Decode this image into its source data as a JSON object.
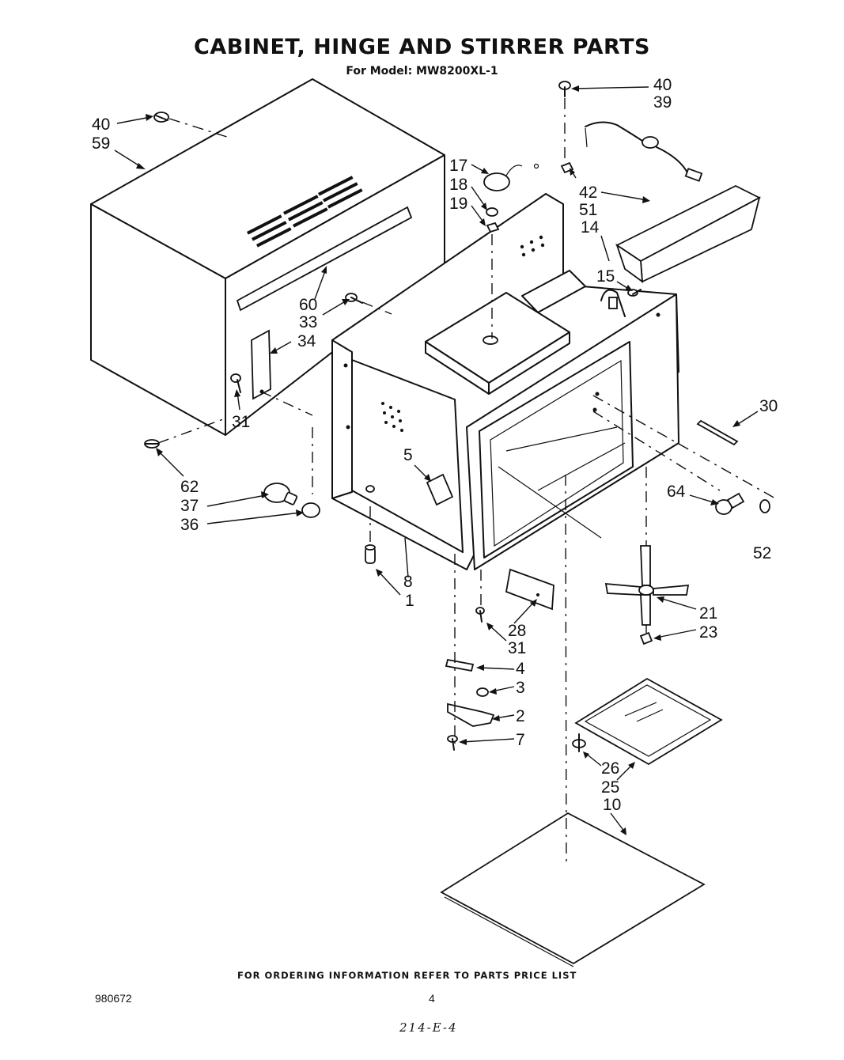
{
  "title": "CABINET, HINGE AND STIRRER PARTS",
  "subtitle": "For Model: MW8200XL-1",
  "footer_note": "FOR ORDERING INFORMATION REFER TO PARTS PRICE LIST",
  "document_number": "980672",
  "page_number": "4",
  "handwritten_note": "214-E-4",
  "callouts": [
    "40",
    "59",
    "62",
    "37",
    "36",
    "60",
    "33",
    "34",
    "31",
    "17",
    "18",
    "19",
    "40",
    "39",
    "42",
    "51",
    "14",
    "15",
    "30",
    "5",
    "64",
    "52",
    "8",
    "1",
    "21",
    "23",
    "28",
    "31",
    "4",
    "3",
    "2",
    "7",
    "26",
    "25",
    "10"
  ]
}
